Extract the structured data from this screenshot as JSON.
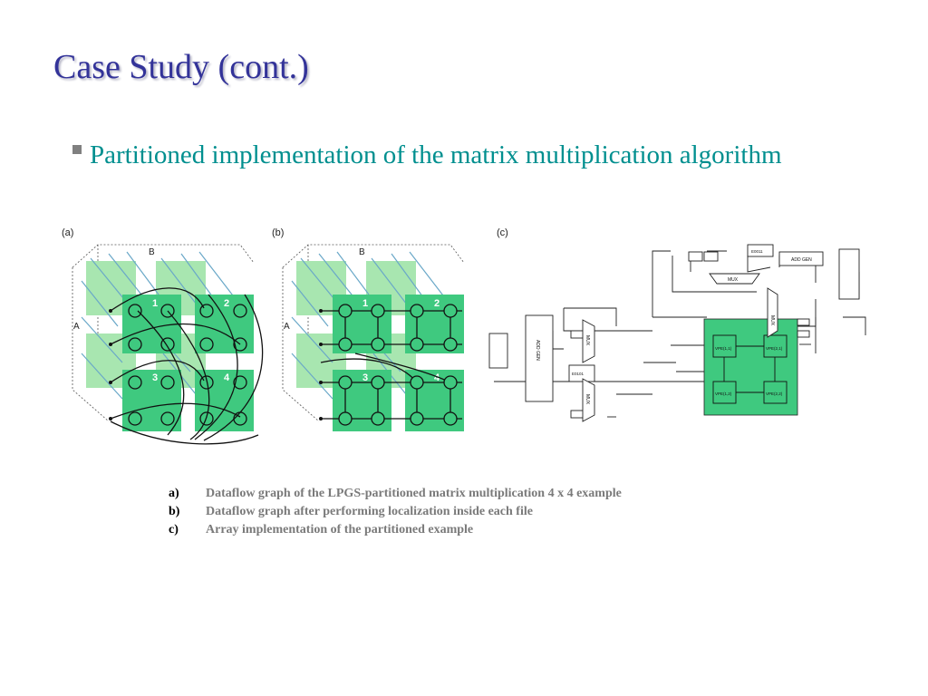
{
  "title": "Case Study (cont.)",
  "bullet": {
    "icon": "square-bullet-icon",
    "text": "Partitioned implementation of the matrix multiplication algorithm"
  },
  "figure": {
    "panels": [
      {
        "label": "(a)",
        "axis_b": "B",
        "axis_a": "A",
        "blocks": [
          "1",
          "2",
          "3",
          "4"
        ]
      },
      {
        "label": "(b)",
        "axis_b": "B",
        "axis_a": "A",
        "blocks": [
          "1",
          "2",
          "3",
          "4"
        ]
      },
      {
        "label": "(c)",
        "mux_top": "MUX",
        "mux_right": "MUX",
        "mux_left_top": "MUX",
        "mux_left_bottom": "MUX",
        "add_gen_left": "ADD GEN",
        "add_gen_right": "ADD GEN",
        "reg_top": "E0011",
        "reg_mid": "E0101",
        "vpes": [
          "VPE(1,1)",
          "VPE(2,1)",
          "VPE(1,2)",
          "VPE(2,2)"
        ]
      }
    ],
    "colors": {
      "block_dark": "#3fc97f",
      "block_light": "#a8e6b0",
      "edge_blue": "#6aa8c8"
    }
  },
  "captions": [
    {
      "marker": "a)",
      "text": "Dataflow graph of the LPGS-partitioned matrix multiplication 4 x 4 example"
    },
    {
      "marker": "b)",
      "text": "Dataflow graph after performing localization inside each file"
    },
    {
      "marker": "c)",
      "text": "Array implementation of the partitioned example"
    }
  ]
}
